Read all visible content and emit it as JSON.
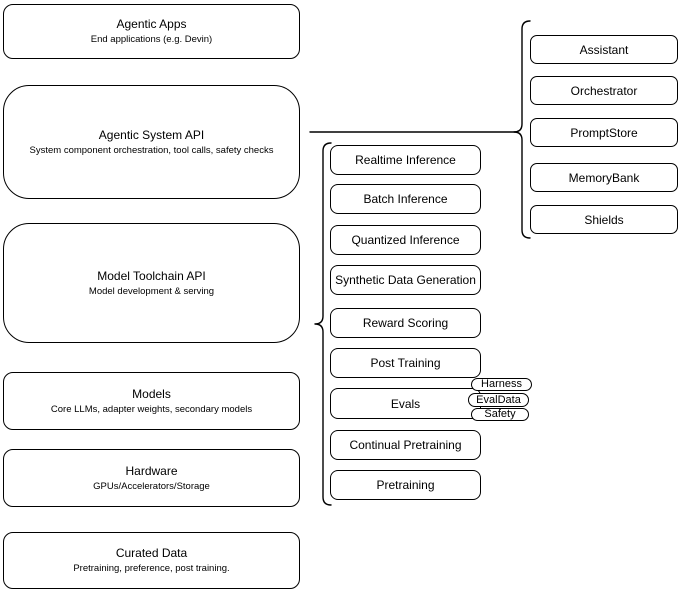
{
  "stack": [
    {
      "title": "Agentic Apps",
      "subtitle": "End applications (e.g. Devin)"
    },
    {
      "title": "Agentic System API",
      "subtitle": "System component orchestration, tool calls, safety checks"
    },
    {
      "title": "Model Toolchain API",
      "subtitle": "Model development & serving"
    },
    {
      "title": "Models",
      "subtitle": "Core LLMs, adapter weights, secondary models"
    },
    {
      "title": "Hardware",
      "subtitle": "GPUs/Accelerators/Storage"
    },
    {
      "title": "Curated Data",
      "subtitle": "Pretraining, preference, post training."
    }
  ],
  "toolchain": {
    "items": [
      {
        "label": "Realtime Inference"
      },
      {
        "label": "Batch Inference"
      },
      {
        "label": "Quantized Inference"
      },
      {
        "label": "Synthetic Data Generation"
      },
      {
        "label": "Reward Scoring"
      },
      {
        "label": "Post Training"
      },
      {
        "label": "Evals"
      },
      {
        "label": "Continual Pretraining"
      },
      {
        "label": "Pretraining"
      }
    ],
    "evals_tags": [
      {
        "label": "Harness"
      },
      {
        "label": "EvalData"
      },
      {
        "label": "Safety"
      }
    ]
  },
  "system_components": {
    "items": [
      {
        "label": "Assistant"
      },
      {
        "label": "Orchestrator"
      },
      {
        "label": "PromptStore"
      },
      {
        "label": "MemoryBank"
      },
      {
        "label": "Shields"
      }
    ]
  },
  "colors": {
    "stroke": "#000000",
    "fill": "#ffffff",
    "text": "#000000",
    "background": "#ffffff"
  }
}
